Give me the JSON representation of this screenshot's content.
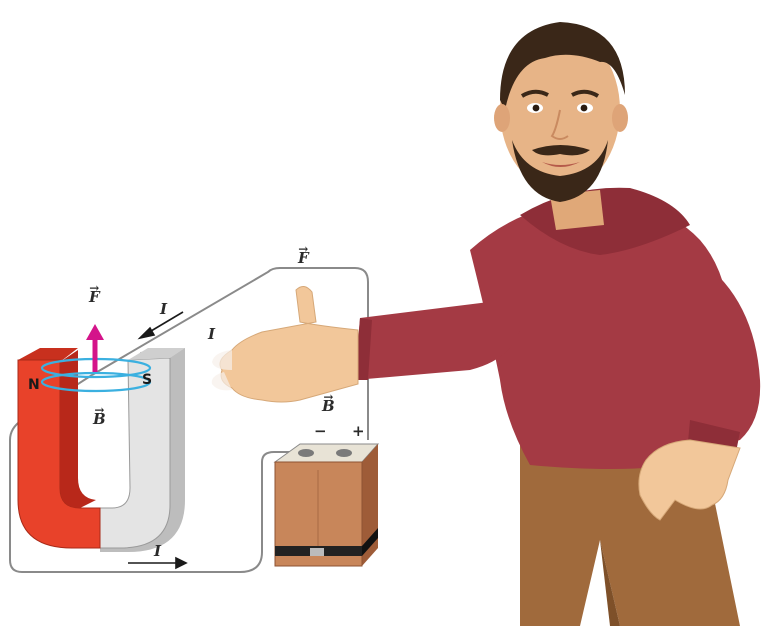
{
  "labels": {
    "force_left": "F",
    "force_top": "F",
    "field_left": "B",
    "field_right": "B",
    "current_top": "I",
    "current_mid": "I",
    "current_bottom": "I",
    "north_pole": "N",
    "south_pole": "S",
    "battery_minus": "−",
    "battery_plus": "+"
  },
  "colors": {
    "magnet_red": "#e8422a",
    "magnet_grey": "#d9d9d9",
    "field_lines": "#3bb0e0",
    "force_arrow": "#d4148a",
    "shirt": "#a43a44",
    "pants": "#a06a3c",
    "skin": "#f2c79a",
    "battery": "#c8865a"
  }
}
